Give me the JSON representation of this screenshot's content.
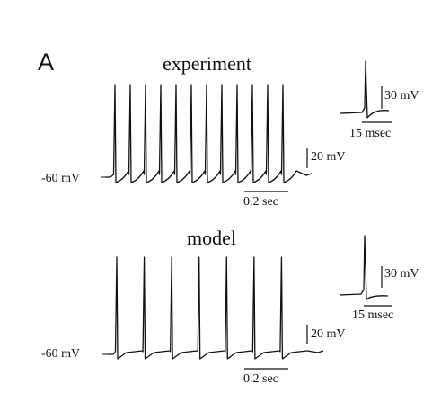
{
  "figure": {
    "panel_label": "A",
    "top": {
      "title": "experiment",
      "baseline_label": "-60 mV",
      "v_scale_label": "20 mV",
      "t_scale_label": "0.2 sec",
      "inset_v_label": "30 mV",
      "inset_t_label": "15 msec",
      "spike_count": 12
    },
    "bottom": {
      "title": "model",
      "baseline_label": "-60 mV",
      "v_scale_label": "20 mV",
      "t_scale_label": "0.2 sec",
      "inset_v_label": "30 mV",
      "inset_t_label": "15 msec",
      "spike_count": 7
    }
  }
}
